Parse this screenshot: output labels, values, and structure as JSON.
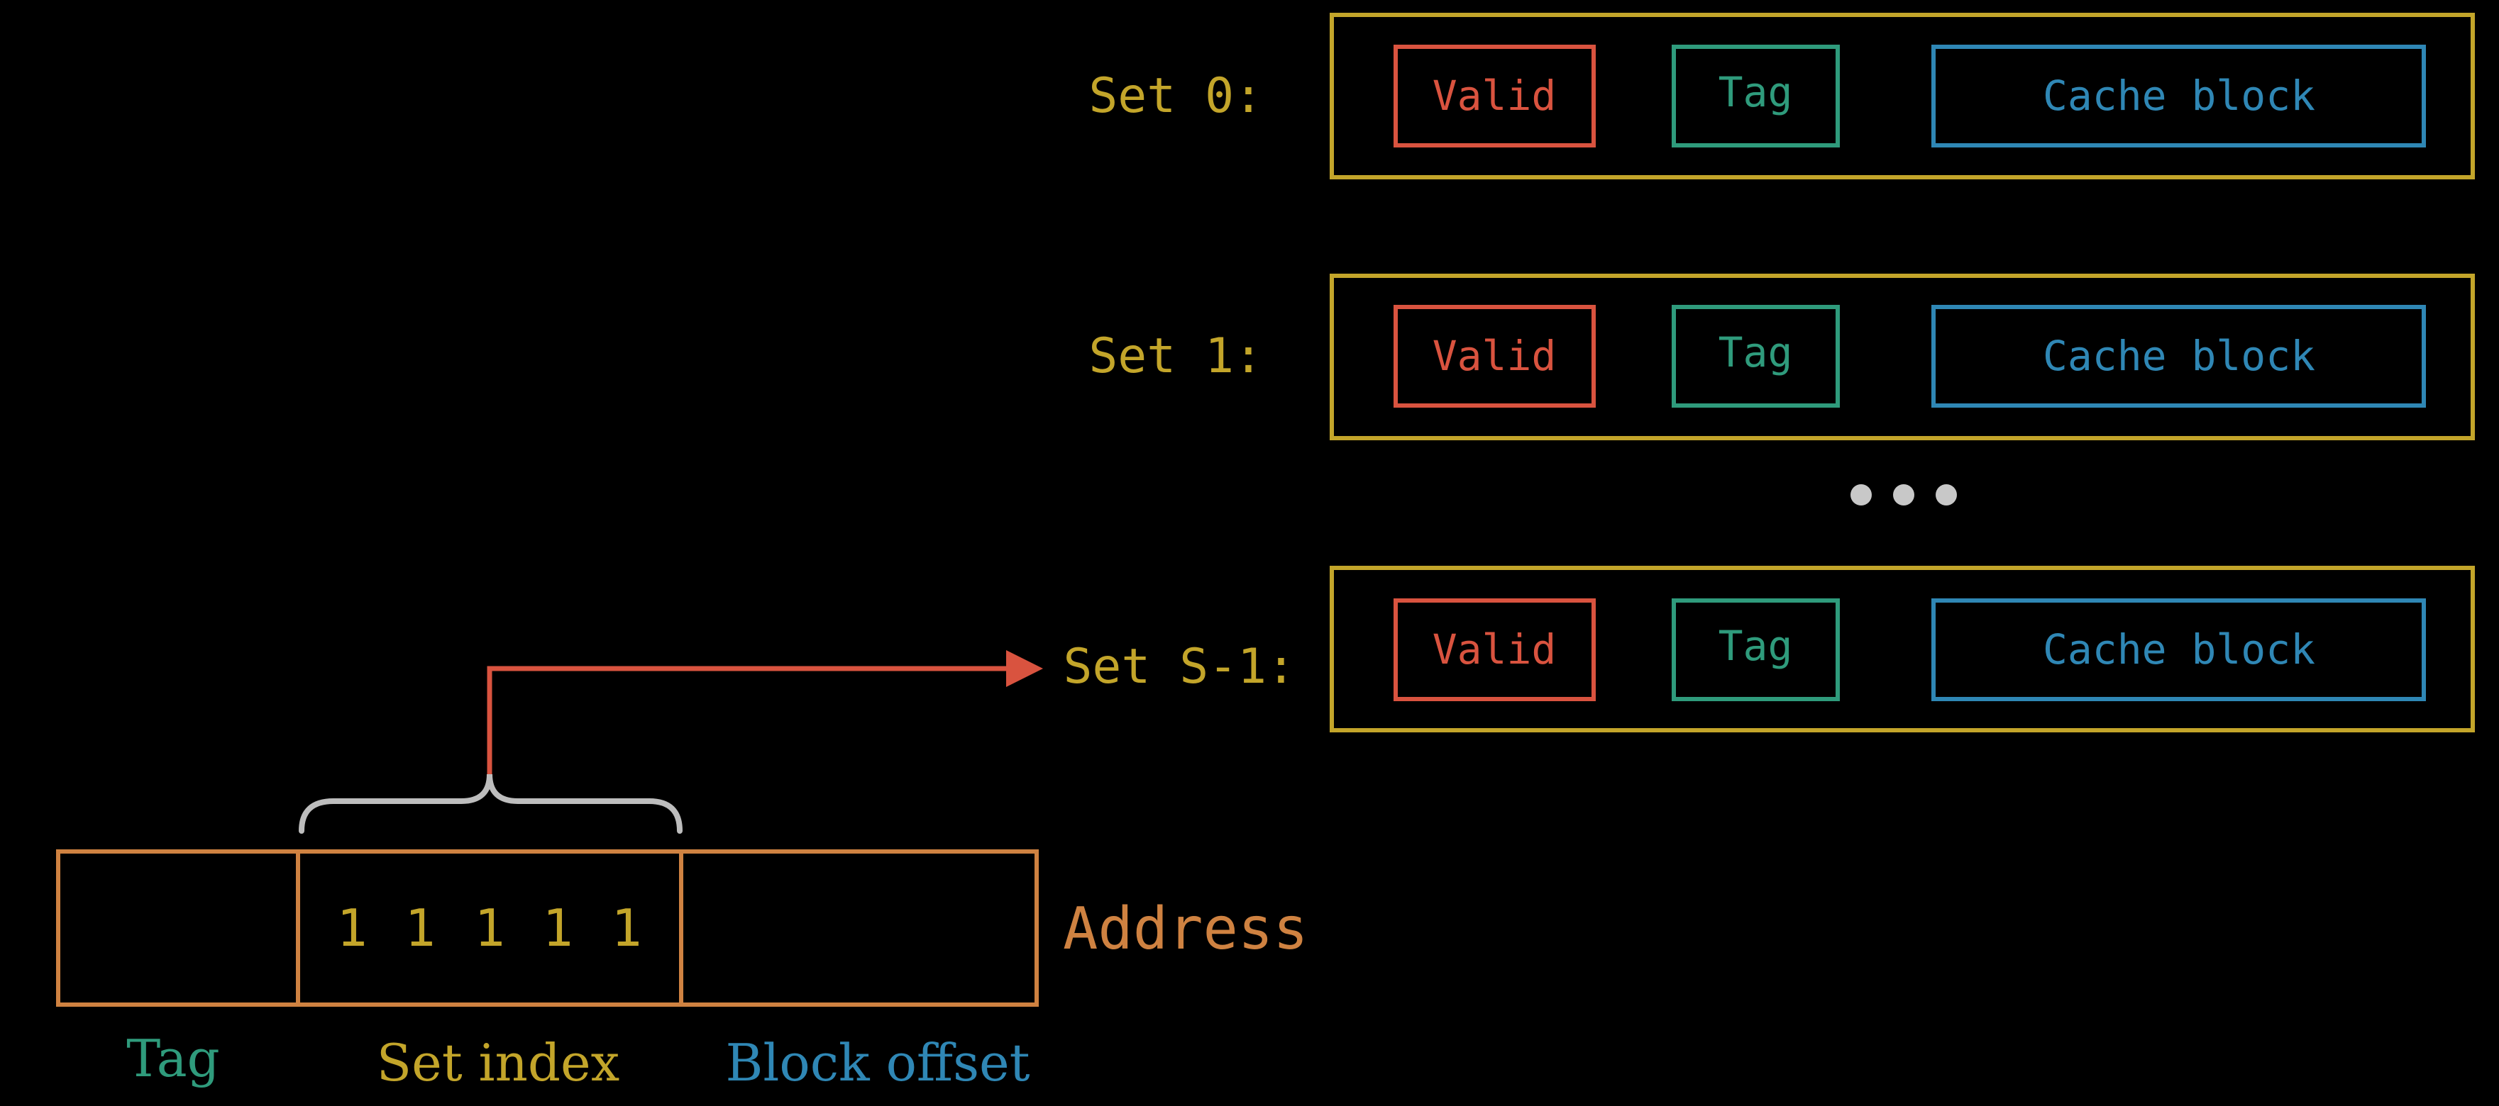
{
  "colors": {
    "background": "#000000",
    "set": "#c3a52a",
    "valid": "#d9533f",
    "tag": "#2f9b7c",
    "cache_block": "#2f87b5",
    "address": "#cf8241",
    "arrow": "#d9533f",
    "brace": "#bdbdbd",
    "ellipsis": "#c8c8c8"
  },
  "sets": [
    {
      "label": "Set 0:",
      "valid": "Valid",
      "tag": "Tag",
      "block": "Cache block"
    },
    {
      "label": "Set 1:",
      "valid": "Valid",
      "tag": "Tag",
      "block": "Cache block"
    },
    {
      "label": "Set S-1:",
      "valid": "Valid",
      "tag": "Tag",
      "block": "Cache block"
    }
  ],
  "ellipsis_icon": "three-dots",
  "address": {
    "label": "Address",
    "set_index_bits": [
      "1",
      "1",
      "1",
      "1",
      "1"
    ],
    "fields": {
      "tag": "Tag",
      "set_index": "Set index",
      "block_offset": "Block offset"
    }
  },
  "pointer": {
    "from": "set_index",
    "to_set": 2
  }
}
